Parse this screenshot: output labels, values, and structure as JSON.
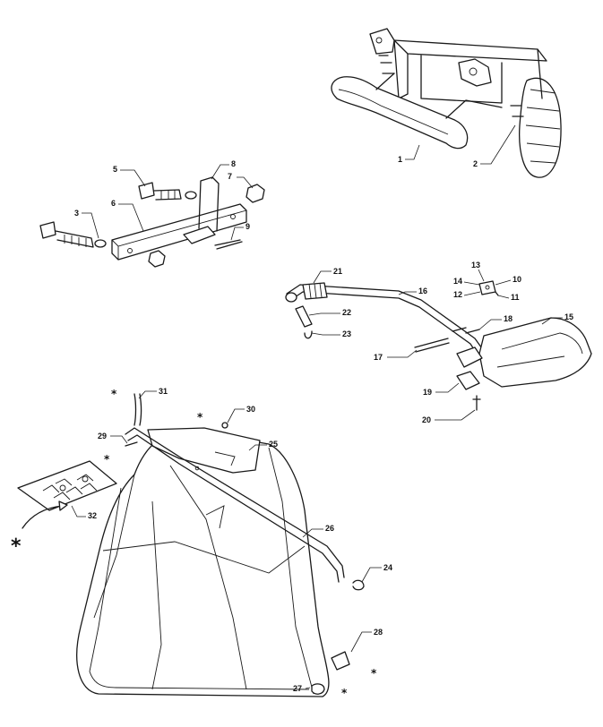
{
  "callouts": {
    "c1": "1",
    "c2": "2",
    "c3": "3",
    "c5": "5",
    "c6": "6",
    "c7": "7",
    "c8": "8",
    "c9": "9",
    "c10": "10",
    "c11": "11",
    "c12": "12",
    "c13": "13",
    "c14": "14",
    "c15": "15",
    "c16": "16",
    "c17": "17",
    "c18": "18",
    "c19": "19",
    "c20": "20",
    "c21": "21",
    "c22": "22",
    "c23": "23",
    "c24": "24",
    "c25": "25",
    "c26": "26",
    "c27": "27",
    "c28": "28",
    "c29": "29",
    "c30": "30",
    "c31": "31",
    "c32": "32"
  },
  "markers": {
    "star": "*"
  }
}
